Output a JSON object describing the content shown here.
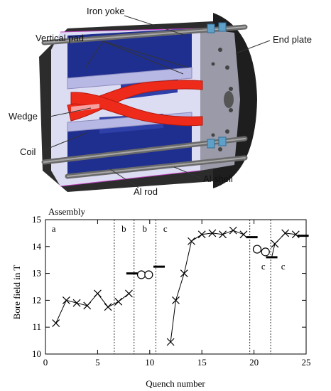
{
  "schematic": {
    "labels": {
      "iron_yoke": "Iron yoke",
      "vertical_pad": "Vertical pad",
      "end_plate": "End plate",
      "wedge": "Wedge",
      "coil": "Coil",
      "al_shell": "Al shell",
      "al_rod": "Al rod"
    },
    "colors": {
      "yoke": "#1f2f8f",
      "yoke_dark": "#111a5a",
      "pad": "#c9c9ee",
      "coil": "#ee2a1a",
      "shell": "#2a2a2a",
      "rod": "#777777"
    }
  },
  "chart_data": {
    "type": "scatter",
    "title": "Assembly",
    "xlabel": "Quench number",
    "ylabel": "Bore field in T",
    "xlim": [
      0,
      25
    ],
    "ylim": [
      10,
      15
    ],
    "xticks": [
      0,
      5,
      10,
      15,
      20,
      25
    ],
    "yticks": [
      10,
      11,
      12,
      13,
      14,
      15
    ],
    "grid": false,
    "series": [
      {
        "marker": "x",
        "points": [
          [
            1,
            11.15
          ],
          [
            2,
            12.0
          ],
          [
            3,
            11.9
          ],
          [
            4,
            11.8
          ],
          [
            5,
            12.25
          ],
          [
            6,
            11.75
          ],
          [
            7,
            11.95
          ],
          [
            8,
            12.25
          ],
          [
            12,
            10.45
          ],
          [
            12.5,
            12.0
          ],
          [
            13.3,
            13.0
          ],
          [
            14,
            14.2
          ],
          [
            15,
            14.45
          ],
          [
            16,
            14.5
          ],
          [
            17,
            14.45
          ],
          [
            18,
            14.6
          ],
          [
            19,
            14.45
          ],
          [
            22,
            14.1
          ],
          [
            23,
            14.5
          ],
          [
            24,
            14.45
          ]
        ]
      },
      {
        "marker": "o",
        "points": [
          [
            9.2,
            12.95
          ],
          [
            9.9,
            12.95
          ],
          [
            20.3,
            13.9
          ],
          [
            21.1,
            13.8
          ]
        ]
      },
      {
        "marker": "hbar",
        "points": [
          [
            8.3,
            13.0
          ],
          [
            10.9,
            13.25
          ],
          [
            19.8,
            14.35
          ],
          [
            21.7,
            13.6
          ],
          [
            24.7,
            14.4
          ]
        ]
      }
    ],
    "dividers": [
      6.6,
      8.5,
      10.6,
      19.6,
      21.6
    ],
    "regions": [
      {
        "label": "a",
        "x": 0.6,
        "y": 14.65
      },
      {
        "label": "b",
        "x": 7.3,
        "y": 14.65
      },
      {
        "label": "b",
        "x": 9.3,
        "y": 14.65
      },
      {
        "label": "c",
        "x": 11.3,
        "y": 14.65
      },
      {
        "label": "c",
        "x": 20.7,
        "y": 13.25
      },
      {
        "label": "c",
        "x": 22.6,
        "y": 13.25
      }
    ]
  }
}
